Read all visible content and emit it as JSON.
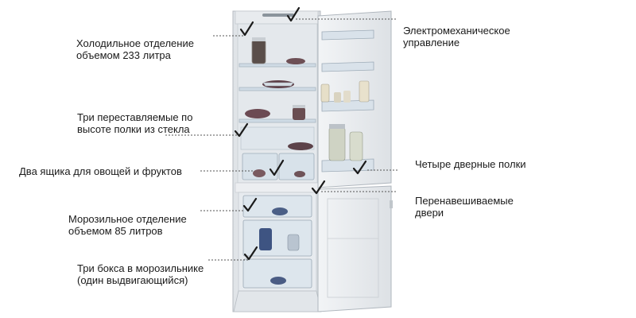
{
  "annotations": {
    "fridge_compartment": {
      "lines": [
        "Холодильное отделение",
        "объемом 233 литра"
      ]
    },
    "glass_shelves": {
      "lines": [
        "Три переставляемые по",
        "высоте полки из стекла"
      ]
    },
    "crisper_drawers": {
      "lines": [
        "Два ящика для овощей и фруктов"
      ]
    },
    "freezer_compartment": {
      "lines": [
        "Морозильное отделение",
        "объемом 85 литров"
      ]
    },
    "freezer_boxes": {
      "lines": [
        "Три бокса в морозильнике",
        "(один выдвигающийся)"
      ]
    },
    "control": {
      "lines": [
        "Электромеханическое",
        "управление"
      ]
    },
    "door_shelves": {
      "lines": [
        "Четыре дверные полки"
      ]
    },
    "reversible_doors": {
      "lines": [
        "Перенавешиваемые",
        "двери"
      ]
    }
  },
  "colors": {
    "fridge_body": "#eef0f2",
    "fridge_edge": "#b8bec4",
    "interior": "#e6eaee",
    "glass": "#d7e1ea",
    "checkmark": "#1b1b1b",
    "leader_line": "#555555"
  },
  "icons": {
    "marker": "checkmark-icon"
  }
}
